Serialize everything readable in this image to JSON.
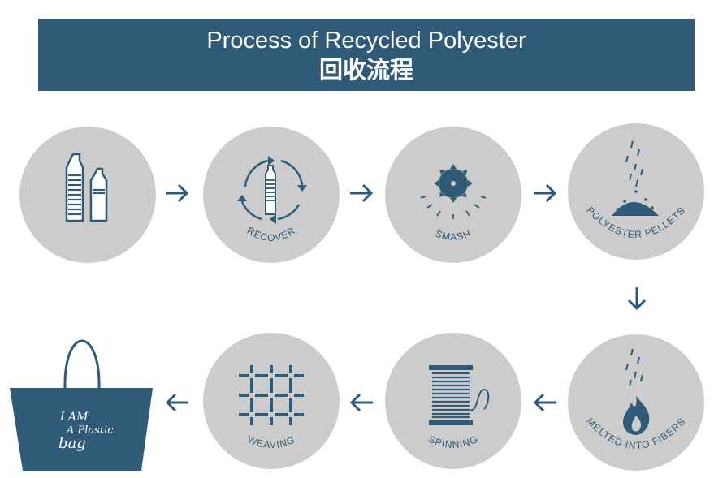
{
  "header": {
    "title_en": "Process of Recycled Polyester",
    "title_zh": "回收流程"
  },
  "steps": {
    "recover": "RECOVER",
    "smash": "SMASH",
    "pellets": "POLYESTER PELLETS",
    "melted": "MELTED INTO FIBERS",
    "spinning": "SPINNING",
    "weaving": "WEAVING"
  },
  "bag": {
    "line1": "I AM",
    "line2": "A Plastic",
    "line3": "bag"
  },
  "colors": {
    "primary": "#2f5b79",
    "circle": "#cccccc"
  }
}
